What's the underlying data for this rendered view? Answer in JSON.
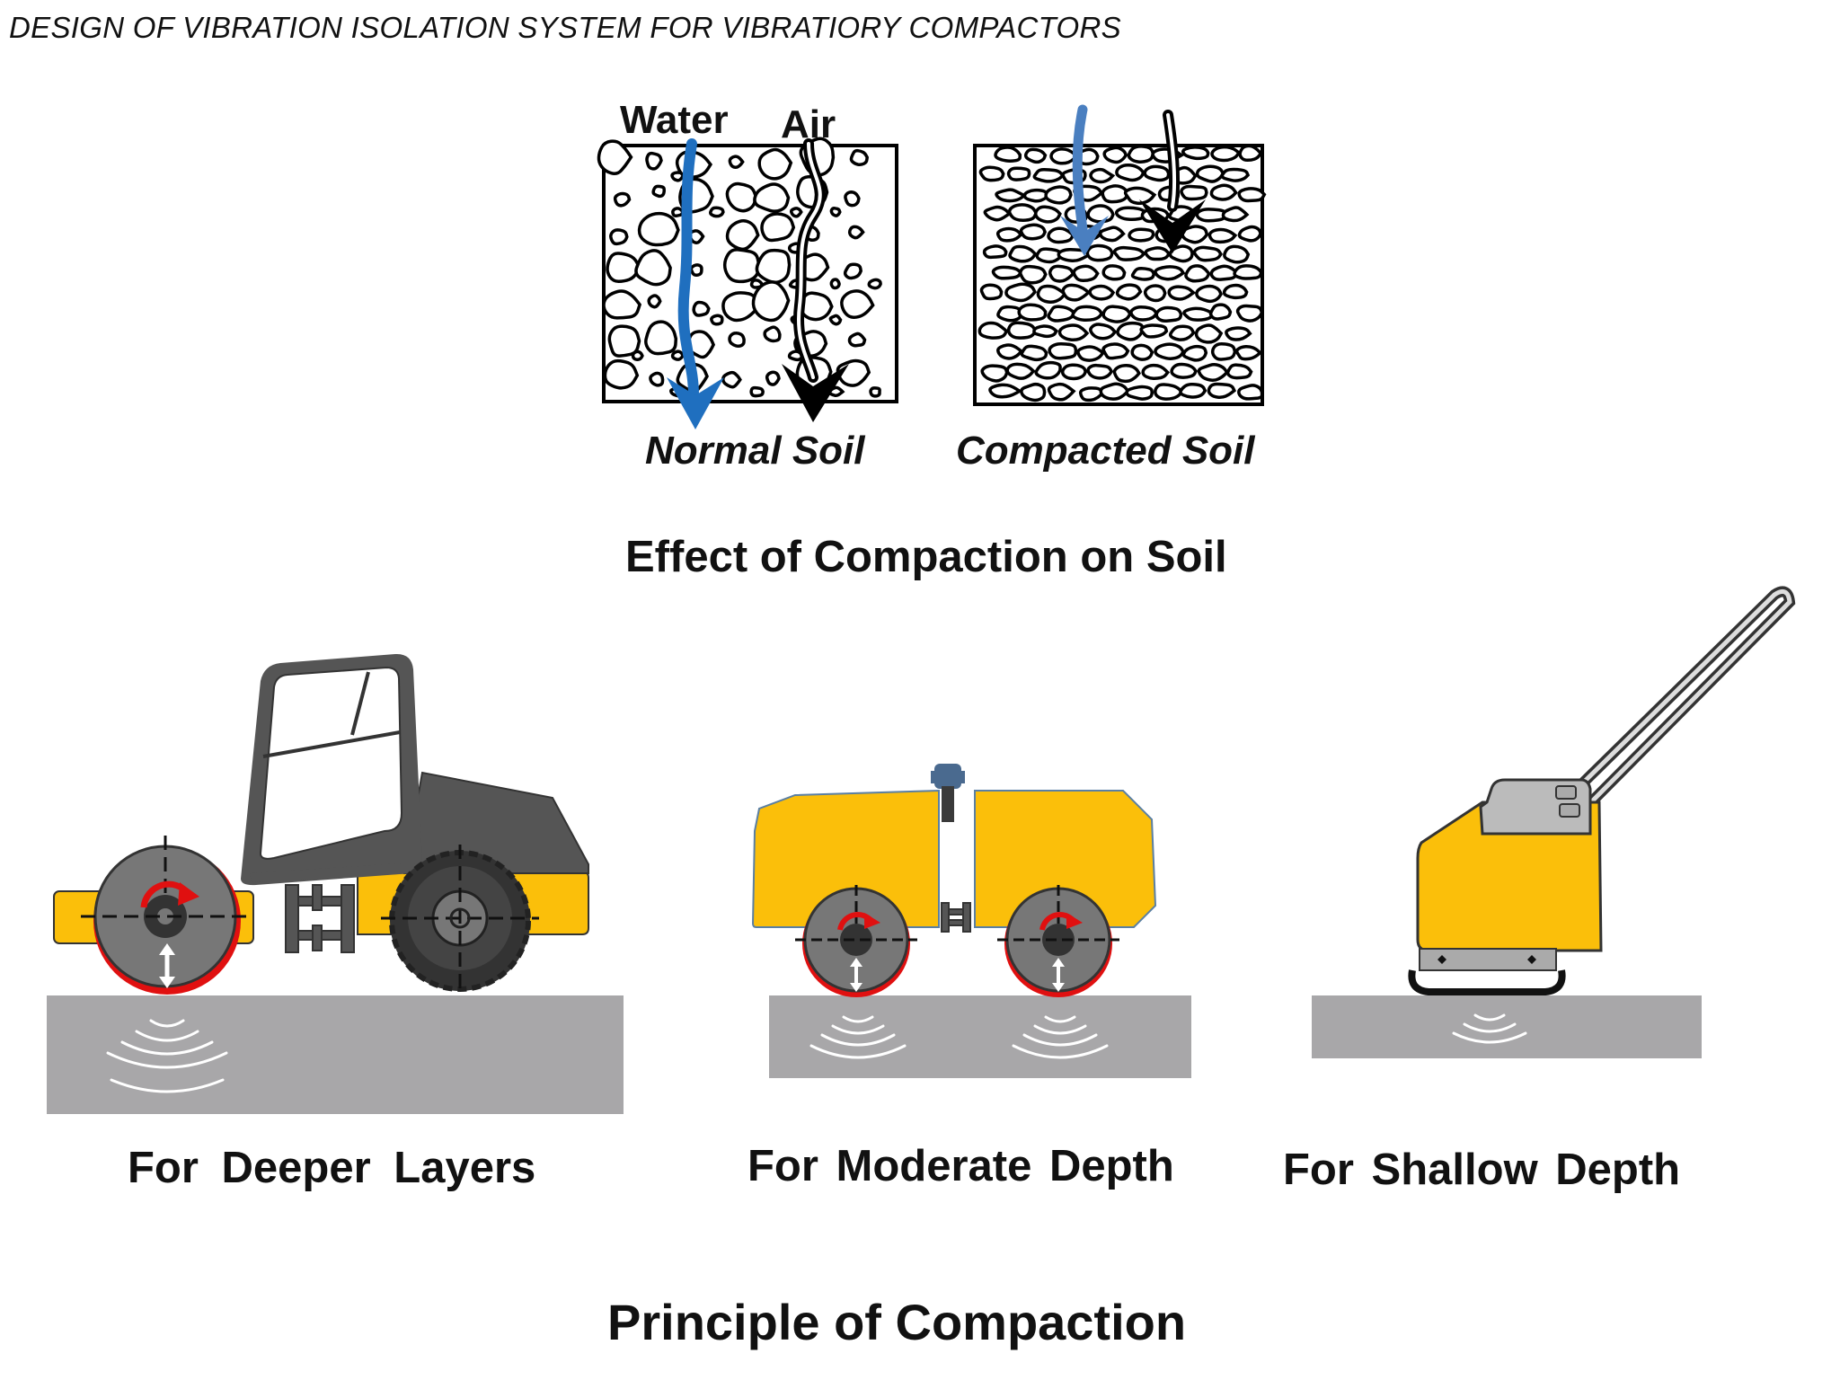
{
  "header": {
    "title": "DESIGN OF VIBRATION  ISOLATION SYSTEM  FOR VIBRATIORY COMPACTORS"
  },
  "soil": {
    "water_label": "Water",
    "air_label": "Air",
    "normal_label": "Normal Soil",
    "compacted_label": "Compacted Soil",
    "caption": "Effect of Compaction on Soil",
    "colors": {
      "water": "#1f6fbf",
      "water_compacted": "#4a7fc0",
      "air": "#000000"
    }
  },
  "machines": {
    "deep_label": "For  Deeper  Layers",
    "moderate_label": "For  Moderate Depth",
    "shallow_label": "For  Shallow Depth",
    "caption": "Principle of Compaction",
    "colors": {
      "body": "#fbbf0a",
      "cab": "#555555",
      "ground": "#a8a7a9",
      "drum": "#777777",
      "rotation": "#e01010"
    }
  }
}
